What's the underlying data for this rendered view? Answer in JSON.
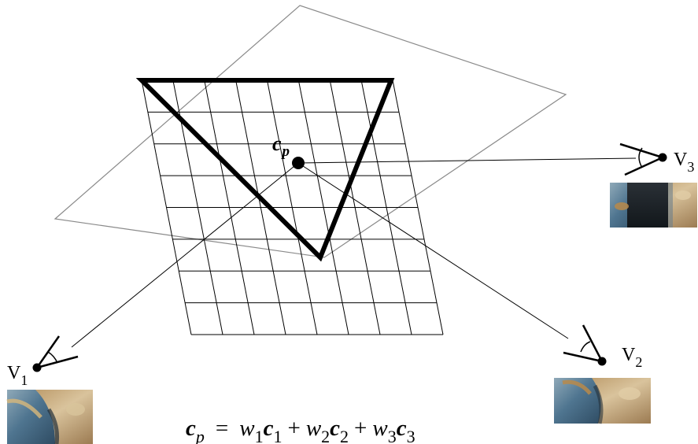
{
  "labels": {
    "point": {
      "main": "c",
      "sub": "p"
    },
    "cameras": [
      {
        "name": "V",
        "sub": "1"
      },
      {
        "name": "V",
        "sub": "2"
      },
      {
        "name": "V",
        "sub": "3"
      }
    ]
  },
  "equation": {
    "lhs_main": "c",
    "lhs_sub": "p",
    "equals": "=",
    "terms": [
      {
        "w": "w",
        "w_sub": "1",
        "c": "c",
        "c_sub": "1",
        "op": ""
      },
      {
        "w": "w",
        "w_sub": "2",
        "c": "c",
        "c_sub": "2",
        "op": "+"
      },
      {
        "w": "w",
        "w_sub": "3",
        "c": "c",
        "c_sub": "3",
        "op": "+"
      }
    ]
  },
  "colors": {
    "line": "#000000",
    "thin_polygon": "#8a8a8a",
    "texture_blue": "#5a7f9a",
    "texture_dark": "#1c2228",
    "texture_warm": "#c6a173"
  }
}
